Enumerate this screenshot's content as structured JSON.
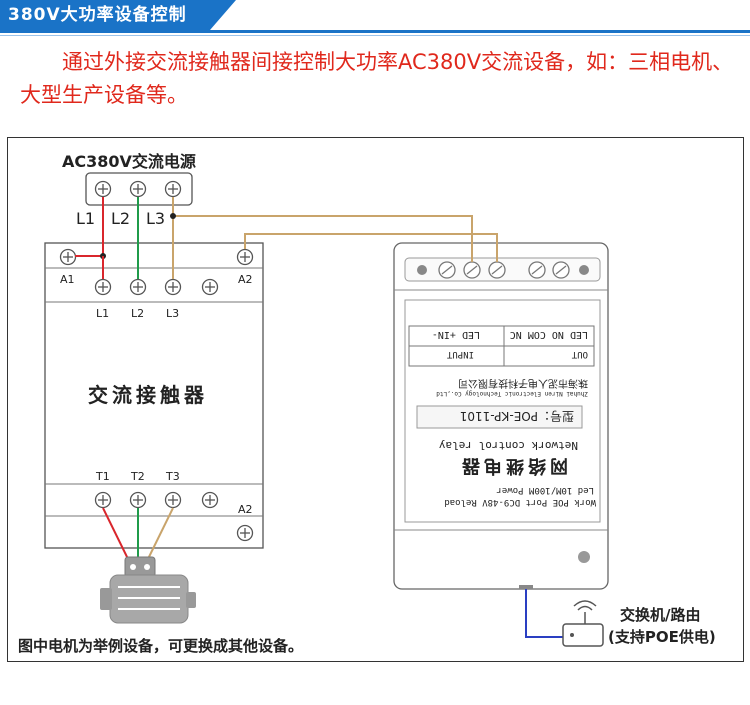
{
  "header": {
    "title": "380V大功率设备控制"
  },
  "intro": {
    "text": "通过外接交流接触器间接控制大功率AC380V交流设备，如：三相电机、大型生产设备等。"
  },
  "diagram": {
    "power_source_label": "AC380V交流电源",
    "phase_labels": [
      "L1",
      "L2",
      "L3"
    ],
    "contactor": {
      "name": "交流接触器",
      "a1": "A1",
      "a2_top": "A2",
      "a2_bottom": "A2",
      "input_labels": [
        "L1",
        "L2",
        "L3"
      ],
      "output_labels": [
        "T1",
        "T2",
        "T3"
      ]
    },
    "relay": {
      "terminal_row_left": "LED NO COM NC",
      "terminal_row_right": "LED +IN- ",
      "out_label": "OUT",
      "input_label": "INPUT",
      "company": "珠海市泥人电子科技有限公司",
      "company_en": "Zhuhai Niren Electronic Technology Co.,Ltd",
      "model": "型号：POE-KP-1101",
      "name_en": "Network control relay",
      "name_cn": "网络继电器",
      "specs_line1": "Led   10M/100M    Power",
      "specs_line2": "Work  POE Port  DC9-48V Reload"
    },
    "switch_label_line1": "交换机/路由",
    "switch_label_line2": "(支持POE供电)",
    "footnote": "图中电机为举例设备，可更换成其他设备。"
  },
  "colors": {
    "header_blue": "#1a73c7",
    "intro_red": "#e0281c",
    "wire_red": "#d9262c",
    "wire_green": "#1f9b4a",
    "wire_tan": "#c9a46b",
    "wire_blue": "#2a3fc2"
  }
}
